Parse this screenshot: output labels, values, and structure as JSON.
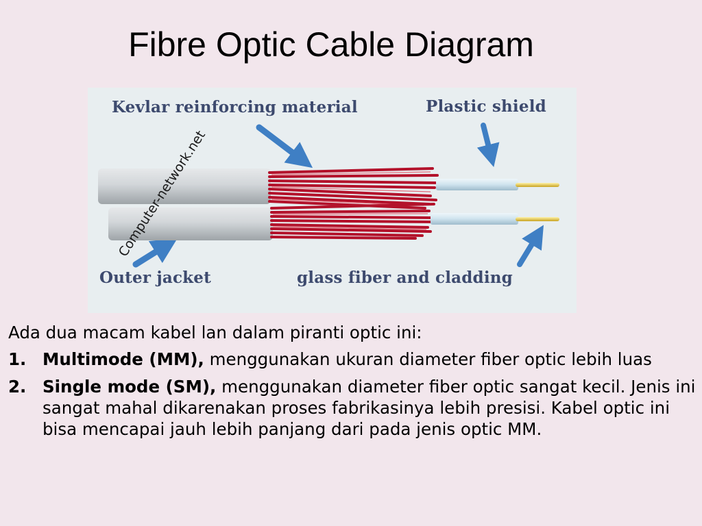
{
  "slide": {
    "title": "Fibre Optic Cable Diagram"
  },
  "diagram": {
    "labels": {
      "kevlar": "Kevlar reinforcing material",
      "plastic_shield": "Plastic shield",
      "outer_jacket": "Outer jacket",
      "glass_fiber": "glass fiber and cladding"
    },
    "watermark": "Computer-network.net",
    "colors": {
      "background": "#e8eef0",
      "jacket": "#cfd3d6",
      "kevlar": "#b3122b",
      "shield": "#cfe3ee",
      "core": "#e8c44a",
      "arrow": "#3f7fc4",
      "label": "#3d4a6e"
    }
  },
  "content": {
    "intro": "Ada dua macam kabel lan dalam piranti optic ini:",
    "items": [
      {
        "number": "1.",
        "term": "Multimode (MM),",
        "text": " menggunakan ukuran diameter fiber optic lebih luas"
      },
      {
        "number": "2.",
        "term": "Single mode (SM),",
        "text": " menggunakan diameter fiber optic sangat kecil. Jenis ini sangat mahal dikarenakan proses fabrikasinya lebih presisi. Kabel optic ini bisa mencapai jauh lebih panjang dari pada jenis optic MM."
      }
    ]
  }
}
